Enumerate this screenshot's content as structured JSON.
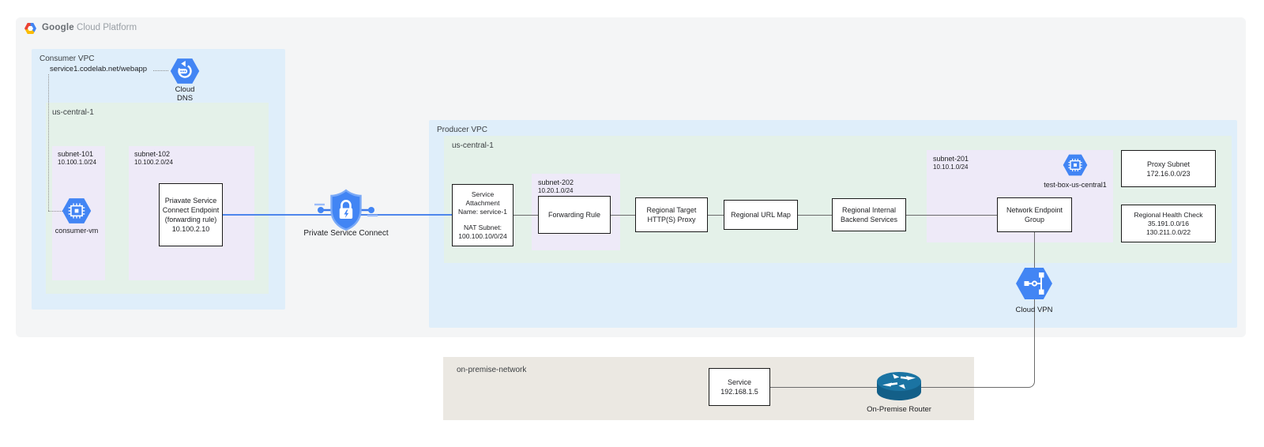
{
  "logo": {
    "brand": "Google",
    "product": "Cloud Platform"
  },
  "consumer_vpc": {
    "label": "Consumer VPC",
    "dns_record": "service1.codelab.net/webapp",
    "dns_label_lines": [
      "Cloud",
      "DNS"
    ],
    "region_label": "us-central-1",
    "subnet101": {
      "name": "subnet-101",
      "cidr": "10.100.1.0/24"
    },
    "vm_label": "consumer-vm",
    "subnet102": {
      "name": "subnet-102",
      "cidr": "10.100.2.0/24"
    },
    "endpoint_lines": [
      "Priavate Service",
      "Connect Endpoint",
      "(forwarding rule)",
      "10.100.2.10"
    ]
  },
  "psc_label": "Private Service Connect",
  "producer_vpc": {
    "label": "Producer VPC",
    "region_label": "us-central-1",
    "service_attachment_lines": [
      "Service",
      "Attachment",
      "Name: service-1",
      "NAT Subnet:",
      "100.100.10/0/24"
    ],
    "subnet202": {
      "name": "subnet-202",
      "cidr": "10.20.1.0/24"
    },
    "forwarding_rule": "Forwarding Rule",
    "target_proxy_lines": [
      "Regional Target",
      "HTTP(S) Proxy"
    ],
    "url_map": "Regional URL Map",
    "backend_lines": [
      "Regional Internal",
      "Backend Services"
    ],
    "subnet201": {
      "name": "subnet-201",
      "cidr": "10.10.1.0/24"
    },
    "testbox_label": "test-box-us-central1",
    "neg_lines": [
      "Network Endpoint",
      "Group"
    ],
    "proxy_subnet_lines": [
      "Proxy Subnet",
      "172.16.0.0/23"
    ],
    "health_check_lines": [
      "Regional Health Check",
      "35.191.0.0/16",
      "130.211.0.0/22"
    ]
  },
  "vpn_label": "Cloud VPN",
  "onprem": {
    "label": "on-premise-network",
    "service_lines": [
      "Service",
      "192.168.1.5"
    ],
    "router_label": "On-Premise Router"
  },
  "colors": {
    "vpc_blue": "#dfeefa",
    "region_green": "#e4f1e9",
    "subnet_purple": "#eeeaf8",
    "onprem_beige": "#ebe8e2",
    "panel_gray": "#f4f5f6",
    "icon_blue": "#4285f4",
    "line_gray": "#6b6b6b",
    "line_blue": "#4e86ec",
    "router_teal": "#1b74a3"
  }
}
